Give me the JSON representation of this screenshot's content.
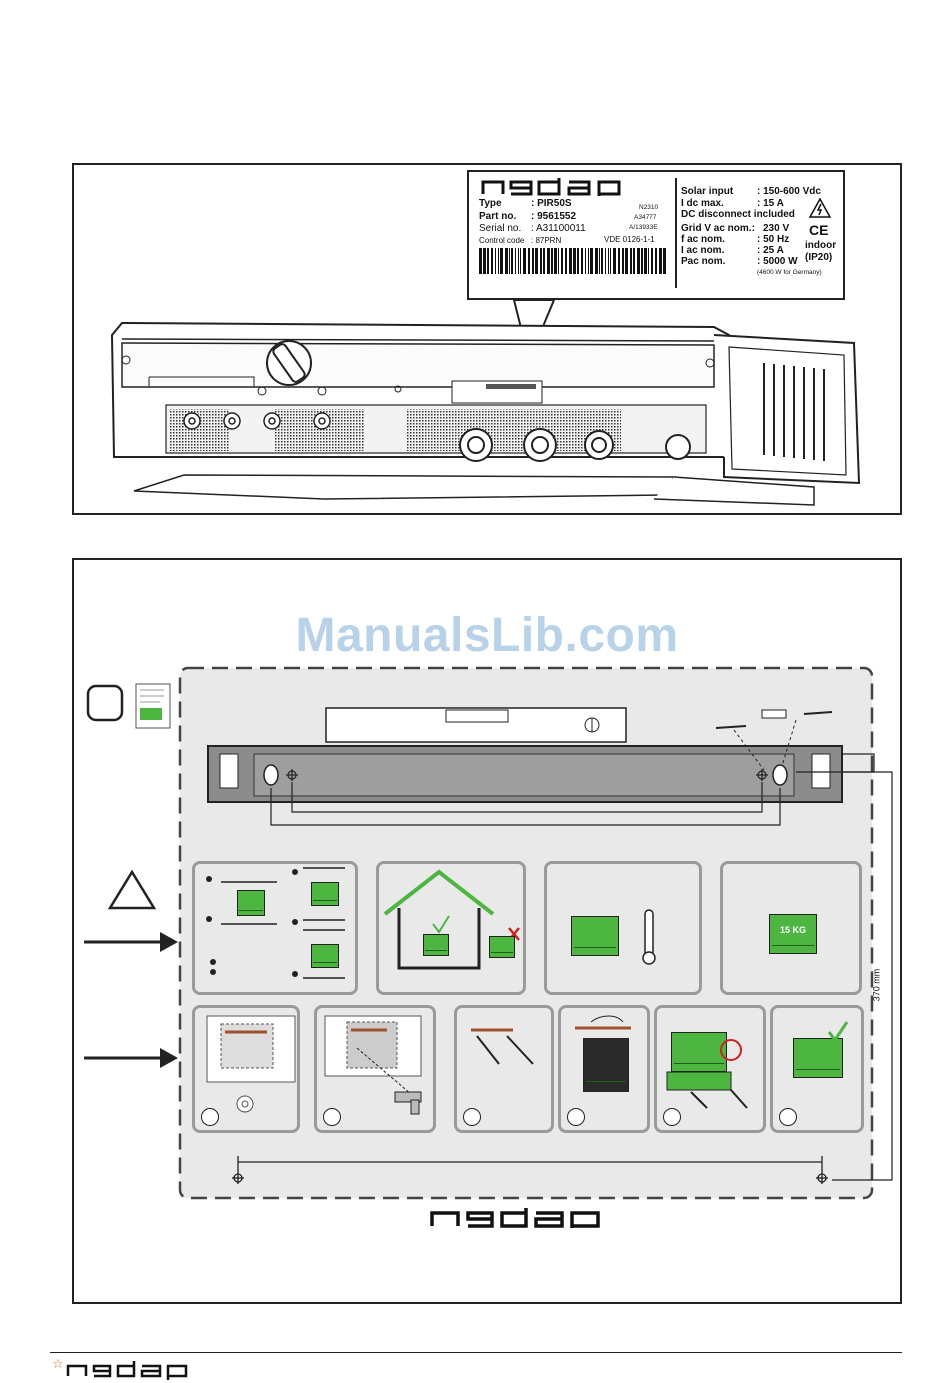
{
  "nameplate": {
    "brand": "nedap",
    "type_label": "Type",
    "type_value": ": PIR50S",
    "part_label": "Part no.",
    "part_value": ": 9561552",
    "serial_label": "Serial no.",
    "serial_value": ": A31100011",
    "control_label": "Control code",
    "control_value": ": 87PRN",
    "cert1": "N2310",
    "cert2": "A34777",
    "cert3": "A/13933E",
    "vde": "VDE 0126-1-1",
    "solar_input_label": "Solar input",
    "solar_input_value": ": 150-600 Vdc",
    "idc_label": "I dc max.",
    "idc_value": ": 15 A",
    "dc_disconnect": "DC disconnect included",
    "grid_label": "Grid V ac nom.:",
    "grid_value": "230 V",
    "fac_label": "f ac nom.",
    "fac_value": ": 50 Hz",
    "iac_label": "I ac nom.",
    "iac_value": ": 25 A",
    "pac_label": "Pac nom.",
    "pac_value": ": 5000 W",
    "pac_note": "(4600 W for Germany)",
    "ce": "CE",
    "indoor": "indoor",
    "ip": "(IP20)"
  },
  "installation": {
    "watermark": "ManualsLib.com",
    "weight": "15 KG",
    "dimension": "370 mm",
    "brand": "nedap"
  },
  "footer": {
    "brand": "nedap"
  },
  "colors": {
    "inverter_green": "#4cb640",
    "panel_gray": "#e9e9e9",
    "bracket_gray": "#8c8c8c",
    "watermark_blue": "#b8d2ea",
    "error_red": "#d02020"
  }
}
